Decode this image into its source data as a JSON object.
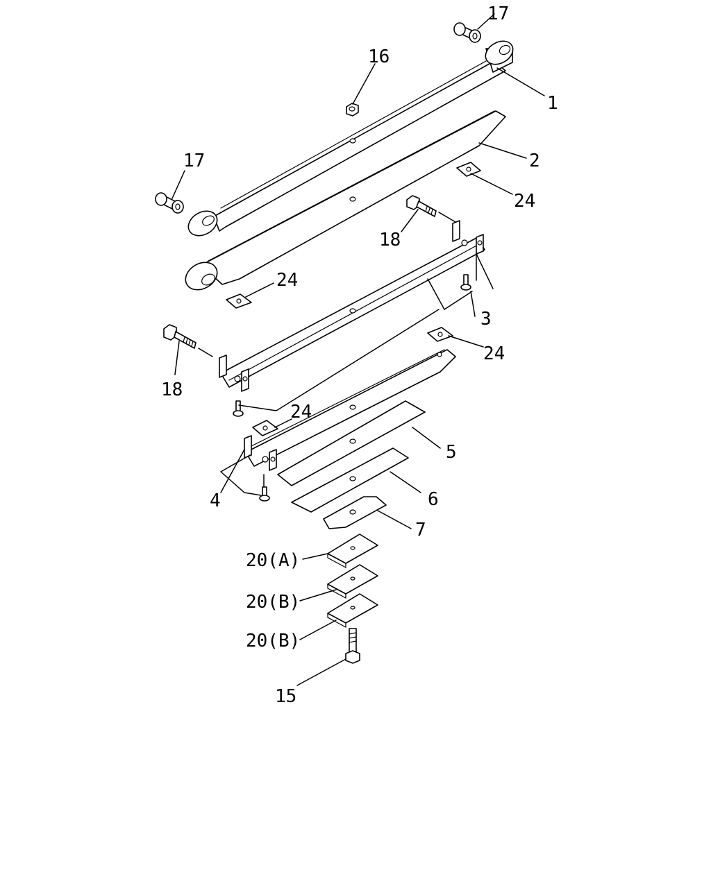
{
  "diagram": {
    "callouts": [
      {
        "id": "c17a",
        "text": "17"
      },
      {
        "id": "c16",
        "text": "16"
      },
      {
        "id": "c1",
        "text": "1"
      },
      {
        "id": "c17b",
        "text": "17"
      },
      {
        "id": "c2",
        "text": "2"
      },
      {
        "id": "c24a",
        "text": "24"
      },
      {
        "id": "c18a",
        "text": "18"
      },
      {
        "id": "c24b",
        "text": "24"
      },
      {
        "id": "c3",
        "text": "3"
      },
      {
        "id": "c24c",
        "text": "24"
      },
      {
        "id": "c18b",
        "text": "18"
      },
      {
        "id": "c24d",
        "text": "24"
      },
      {
        "id": "c5",
        "text": "5"
      },
      {
        "id": "c6",
        "text": "6"
      },
      {
        "id": "c4",
        "text": "4"
      },
      {
        "id": "c7",
        "text": "7"
      },
      {
        "id": "c20a",
        "text": "20(A)"
      },
      {
        "id": "c20b",
        "text": "20(B)"
      },
      {
        "id": "c20c",
        "text": "20(B)"
      },
      {
        "id": "c15",
        "text": "15"
      }
    ]
  }
}
